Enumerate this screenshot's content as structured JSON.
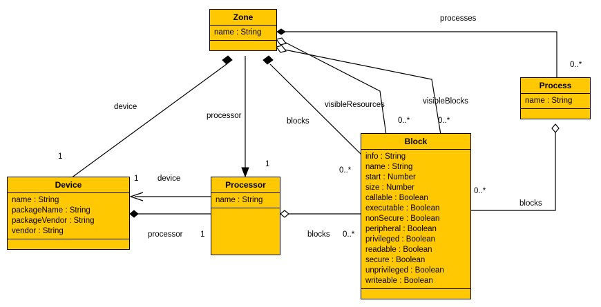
{
  "diagram": {
    "type": "uml-class-diagram",
    "background_color": "#ffffff",
    "class_fill_color": "#FFC800",
    "line_color": "#000000",
    "classes": [
      {
        "id": "zone",
        "name": "Zone",
        "attributes": [
          "name : String"
        ],
        "operations": []
      },
      {
        "id": "device",
        "name": "Device",
        "attributes": [
          "name : String",
          "packageName : String",
          "packageVendor : String",
          "vendor : String"
        ],
        "operations": []
      },
      {
        "id": "processor",
        "name": "Processor",
        "attributes": [
          "name : String"
        ],
        "operations": []
      },
      {
        "id": "block",
        "name": "Block",
        "attributes": [
          "info : String",
          "name : String",
          "start : Number",
          "size : Number",
          "callable : Boolean",
          "executable : Boolean",
          "nonSecure : Boolean",
          "peripheral : Boolean",
          "privileged : Boolean",
          "readable : Boolean",
          "secure : Boolean",
          "unprivileged : Boolean",
          "writeable : Boolean"
        ],
        "operations": []
      },
      {
        "id": "process",
        "name": "Process",
        "attributes": [
          "name : String"
        ],
        "operations": []
      }
    ],
    "relationships": [
      {
        "id": "zone-processes-process",
        "from": "process",
        "to": "zone",
        "role_label": "processes",
        "target_multiplicity": "0..*",
        "end_marker": "filled-diamond"
      },
      {
        "id": "zone-visibleresources-block",
        "from": "zone",
        "to": "block",
        "role_label": "visibleResources",
        "target_multiplicity": "0..*",
        "end_marker": "hollow-diamond"
      },
      {
        "id": "zone-visibleblocks-block",
        "from": "zone",
        "to": "block",
        "role_label": "visibleBlocks",
        "target_multiplicity": "0..*",
        "end_marker": "hollow-diamond"
      },
      {
        "id": "zone-device",
        "from": "zone",
        "to": "device",
        "role_label": "device",
        "target_multiplicity": "1",
        "end_marker": "filled-diamond"
      },
      {
        "id": "zone-processor",
        "from": "zone",
        "to": "processor",
        "role_label": "processor",
        "target_multiplicity": "1",
        "end_marker": "arrow"
      },
      {
        "id": "zone-blocks-block",
        "from": "zone",
        "to": "block",
        "role_label": "blocks",
        "target_multiplicity": "0..*",
        "end_marker": "filled-diamond"
      },
      {
        "id": "processor-device",
        "from": "processor",
        "to": "device",
        "role_label": "device",
        "source_multiplicity": "1",
        "end_marker": "arrow"
      },
      {
        "id": "device-processor",
        "from": "device",
        "to": "processor",
        "role_label": "processor",
        "source_multiplicity": "1",
        "target_multiplicity": "1",
        "end_marker": "filled-diamond"
      },
      {
        "id": "processor-blocks-block",
        "from": "processor",
        "to": "block",
        "role_label": "blocks",
        "target_multiplicity": "0..*",
        "end_marker": "hollow-diamond"
      },
      {
        "id": "process-blocks-block",
        "from": "process",
        "to": "block",
        "role_label": "blocks",
        "target_multiplicity": "0..*",
        "end_marker": "hollow-diamond"
      }
    ],
    "labels": {
      "processes": "processes",
      "visible_resources": "visibleResources",
      "visible_blocks": "visibleBlocks",
      "device_left": "device",
      "device_mid": "device",
      "processor_top": "processor",
      "processor_bottom": "processor",
      "blocks_zone": "blocks",
      "blocks_processor": "blocks",
      "blocks_process": "blocks"
    },
    "multiplicities": {
      "process_top": "0..*",
      "visible_resources": "0..*",
      "visible_blocks": "0..*",
      "device_one_left": "1",
      "device_one_right": "1",
      "processor_one_top": "1",
      "processor_one_bottom": "1",
      "blocks_zone": "0..*",
      "blocks_processor": "0..*",
      "blocks_process": "0..*"
    }
  }
}
